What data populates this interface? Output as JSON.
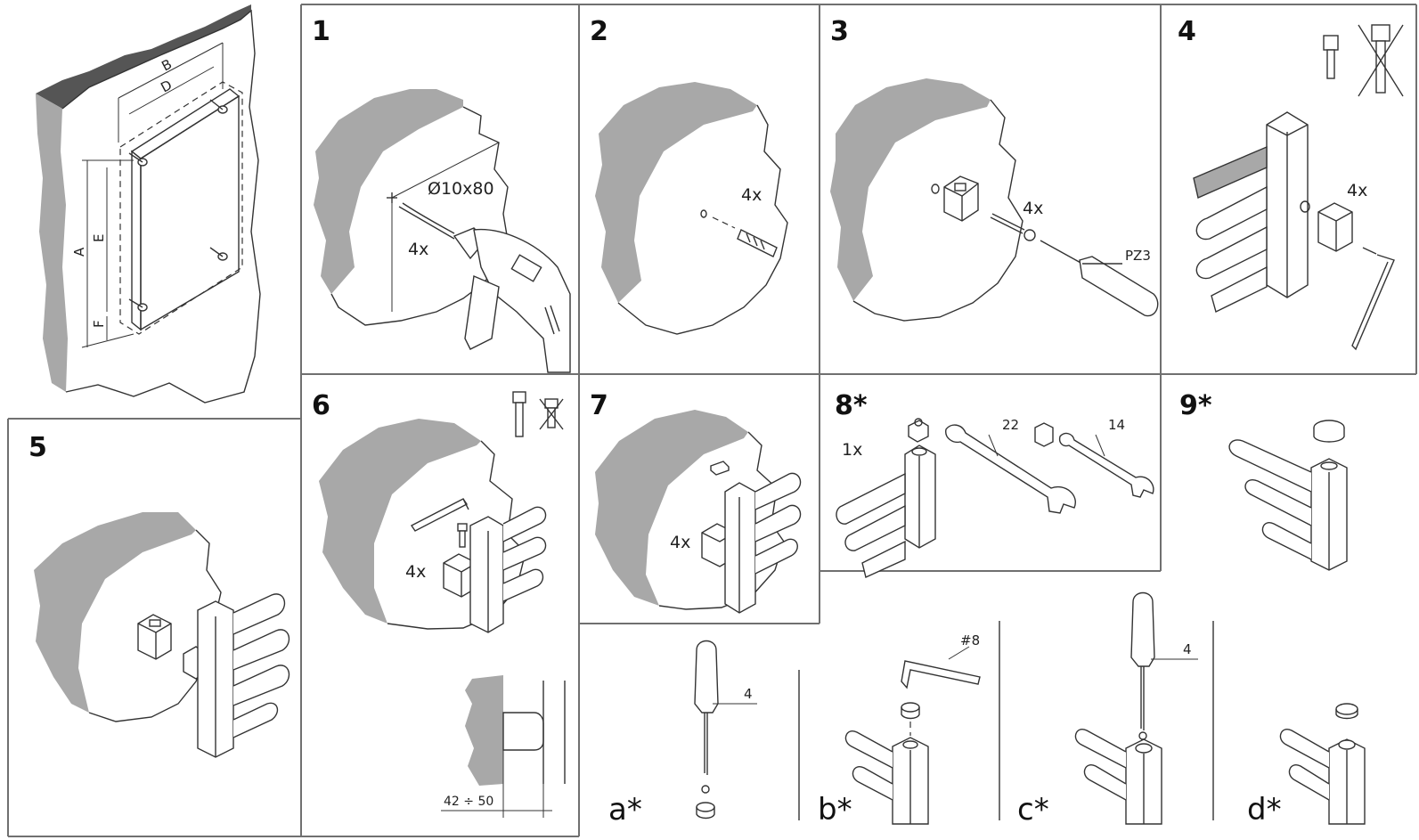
{
  "colors": {
    "wall": "#a8a8a8",
    "line": "#333333",
    "frame": "#6f6f6f"
  },
  "overview": {
    "dims": {
      "a": "A",
      "b": "B",
      "d": "D",
      "e": "E",
      "f": "F"
    }
  },
  "steps": {
    "s1": {
      "number": "1",
      "drill": "Ø10x80",
      "qty": "4x"
    },
    "s2": {
      "number": "2",
      "qty": "4x"
    },
    "s3": {
      "number": "3",
      "qty": "4x",
      "bit": "PZ3"
    },
    "s4": {
      "number": "4",
      "qty": "4x"
    },
    "s5": {
      "number": "5"
    },
    "s6": {
      "number": "6",
      "qty": "4x",
      "distance": "42 ÷ 50"
    },
    "s7": {
      "number": "7",
      "qty": "4x"
    },
    "s8": {
      "number": "8*",
      "qty": "1x",
      "wrench_large": "22",
      "wrench_small": "14"
    },
    "s9": {
      "number": "9*"
    }
  },
  "substeps": {
    "a": {
      "label": "a*",
      "tool": "4"
    },
    "b": {
      "label": "b*",
      "tool": "#8"
    },
    "c": {
      "label": "c*",
      "tool": "4"
    },
    "d": {
      "label": "d*"
    }
  }
}
